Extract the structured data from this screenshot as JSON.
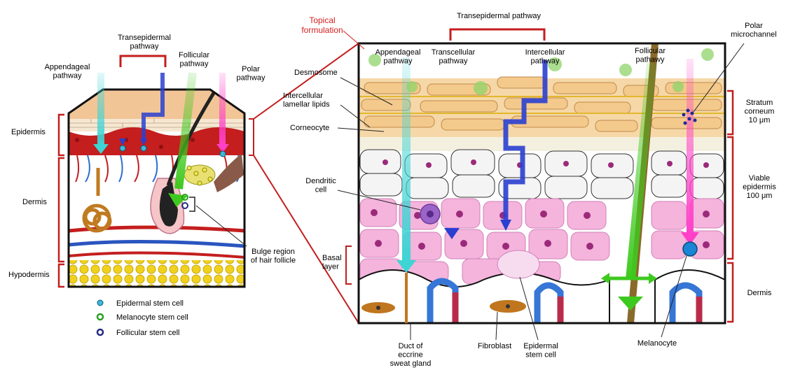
{
  "colors": {
    "topical": "#d42020",
    "bracket": "#c41e1e",
    "appendageal": "#3fd4d4",
    "transepidermal": "#2a3fd0",
    "follicular": "#3ec91e",
    "polar": "#ff40c8",
    "stratum_corneum": "#f4d1a1",
    "viable_cells": "#f3b8df",
    "dermis_bg": "#ffffff",
    "hypodermis_fat": "#f0d21e",
    "blood_red": "#b92b4a",
    "blood_blue": "#3576d6"
  },
  "left_panel": {
    "pathways": {
      "appendageal": "Appendageal\npathway",
      "transepidermal": "Transepidermal\npathway",
      "follicular": "Follicular\npathway",
      "polar": "Polar\npathway"
    },
    "layers": {
      "epidermis": "Epidermis",
      "dermis": "Dermis",
      "hypodermis": "Hypodermis"
    },
    "bulge": "Bulge region\nof hair follicle",
    "legend": [
      {
        "label": "Epidermal stem cell",
        "icon": "epidermal-stem-cell-icon"
      },
      {
        "label": "Melanocyte stem cell",
        "icon": "melanocyte-stem-cell-icon"
      },
      {
        "label": "Follicular stem cell",
        "icon": "follicular-stem-cell-icon"
      }
    ]
  },
  "right_panel": {
    "topical": "Topical\nformulation",
    "transepidermal": "Transepidermal pathway",
    "pathways": {
      "appendageal": "Appendageal\npathway",
      "transcellular": "Transcellular\npathway",
      "intercellular": "Intercellular\npathway",
      "follicular": "Follicular\npathawy",
      "polar": "Polar\nmicrochannel"
    },
    "left_labels": {
      "desmosome": "Desmosome",
      "lipids": "Intercellular\nlamellar lipids",
      "corneocyte": "Corneocyte",
      "dendritic": "Dendritic\ncell",
      "basal": "Basal\nlayer"
    },
    "right_labels": {
      "stratum": "Stratum\ncorneum\n10 μm",
      "viable": "Viable\nepidermis\n100 μm",
      "dermis": "Dermis"
    },
    "bottom_labels": {
      "duct": "Duct of\neccrine\nsweat gland",
      "fibroblast": "Fibroblast",
      "stem": "Epidermal\nstem cell",
      "melanocyte": "Melanocyte"
    }
  }
}
